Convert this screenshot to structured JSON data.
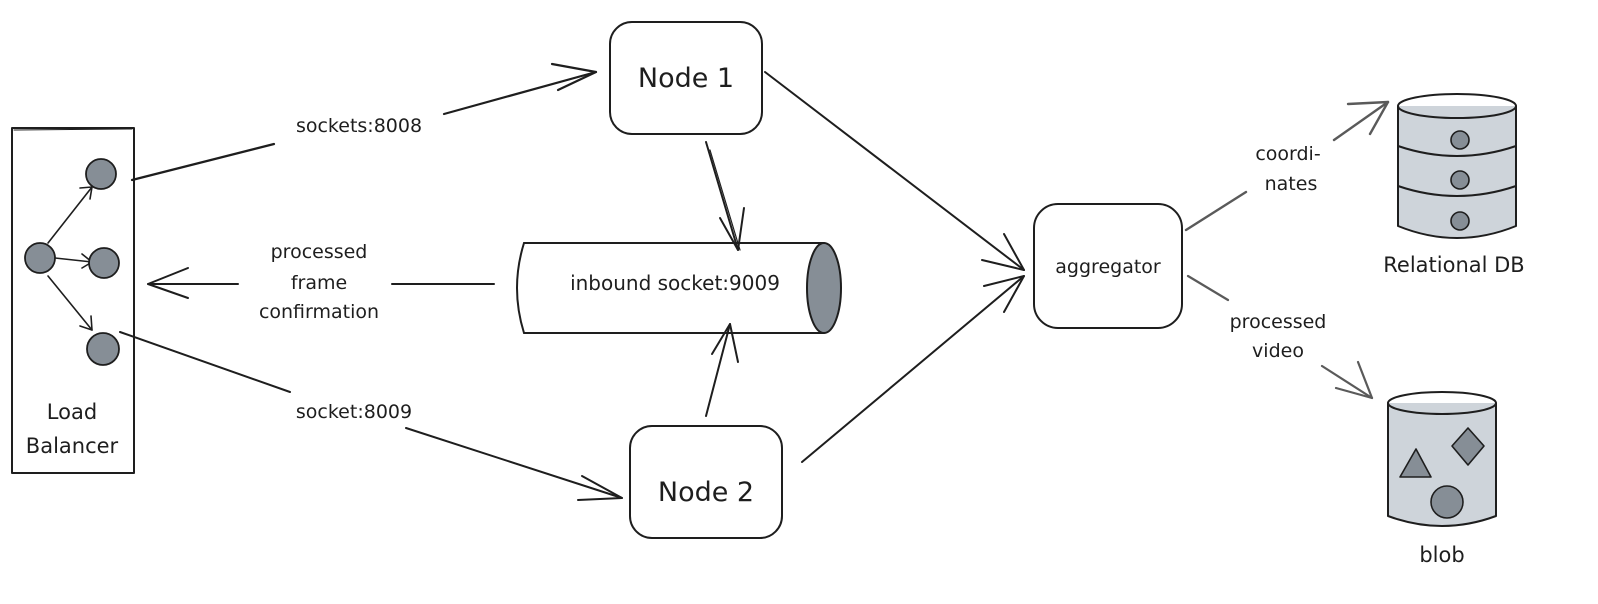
{
  "colors": {
    "ink": "#1e1e1e",
    "node_fill": "#868e96",
    "panel_fill": "#ececec",
    "storage_fill": "#ced4da",
    "background": "#ffffff"
  },
  "nodes": {
    "node1": "Node 1",
    "node2": "Node 2",
    "queue": "inbound socket:9009",
    "aggregator": "aggregator",
    "load_balancer": [
      "Load",
      "Balancer"
    ],
    "relational_db": "Relational DB",
    "blob": "blob"
  },
  "edges": {
    "sockets_8008": "sockets:8008",
    "socket_8009": "socket:8009",
    "processed_frame": [
      "processed",
      "frame",
      "confirmation"
    ],
    "coordinates": [
      "coordi-",
      "nates"
    ],
    "processed_video": [
      "processed",
      "video"
    ]
  },
  "icons": {
    "lb_circles": "load-balancer-node-circles",
    "db": "database-cylinder",
    "blob_shapes": [
      "triangle",
      "diamond",
      "circle"
    ]
  }
}
